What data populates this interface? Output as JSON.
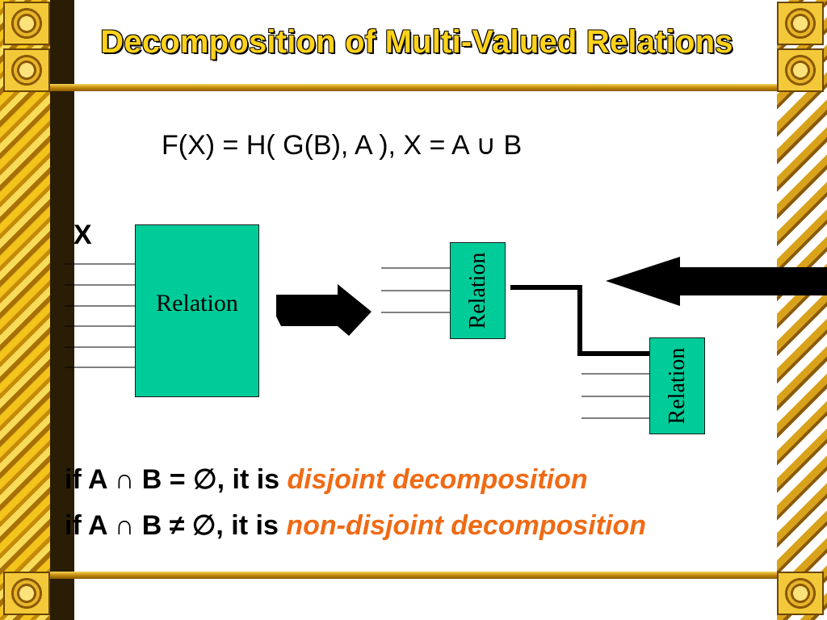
{
  "slide": {
    "title": "Decomposition of Multi-Valued Relations",
    "formula": "F(X) = H( G(B), A ),  X = A ∪ B",
    "x_label": "X"
  },
  "diagram": {
    "main_relation_label": "Relation",
    "upper_relation_label": "Relation",
    "lower_relation_label": "Relation",
    "box_color": "#00cc99"
  },
  "conditions": [
    {
      "prefix": "if A ∩ B = ∅, it is ",
      "emphasis": "disjoint decomposition"
    },
    {
      "prefix": "if A ∩ B ≠ ∅, it is ",
      "emphasis": "non-disjoint decomposition"
    }
  ],
  "colors": {
    "title_fill": "#ffd21a",
    "accent": "#f06a14",
    "frame_gold": "#d9a21b"
  }
}
